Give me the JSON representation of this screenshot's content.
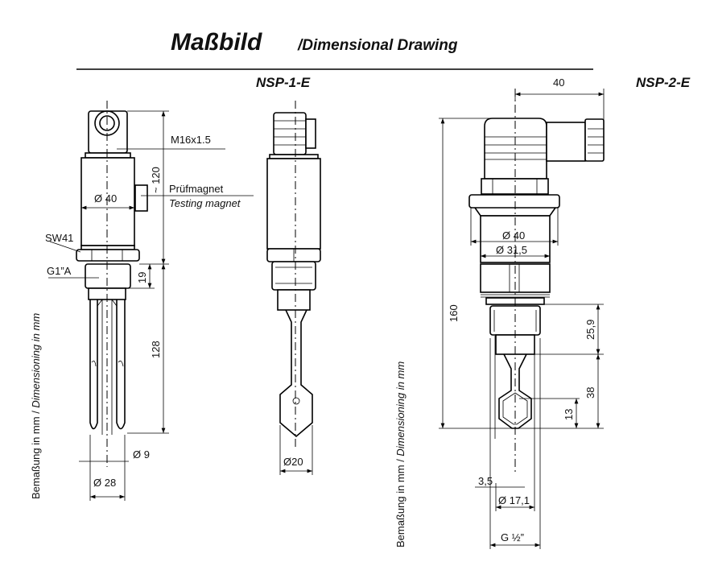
{
  "title": {
    "main": "Maßbild",
    "sub": "/Dimensional Drawing"
  },
  "models": {
    "left": "NSP-1-E",
    "right": "NSP-2-E"
  },
  "nsp1": {
    "thread_conn": "M16x1.5",
    "length_total": "~ 120",
    "magnet_de": "Prüfmagnet",
    "magnet_en": "Testing magnet",
    "dia_body": "Ø 40",
    "wrench": "SW41",
    "thread": "G1”A",
    "thread_len": "19",
    "fork_len": "128",
    "dia_tine": "Ø 9",
    "dia_fork": "Ø 28",
    "dia_paddle": "Ø20"
  },
  "nsp2": {
    "conn_offset": "40",
    "length_total": "160",
    "dia_flange": "Ø 40",
    "dia_body": "Ø 31,5",
    "thread_len": "25,9",
    "paddle_len": "38",
    "paddle_mid": "13",
    "paddle_thk": "3,5",
    "dia_thread": "Ø 17,1",
    "thread": "G ½”"
  },
  "note": {
    "de": "Bemaßung in mm",
    "sep": " / ",
    "en": "Dimensioning in mm"
  }
}
